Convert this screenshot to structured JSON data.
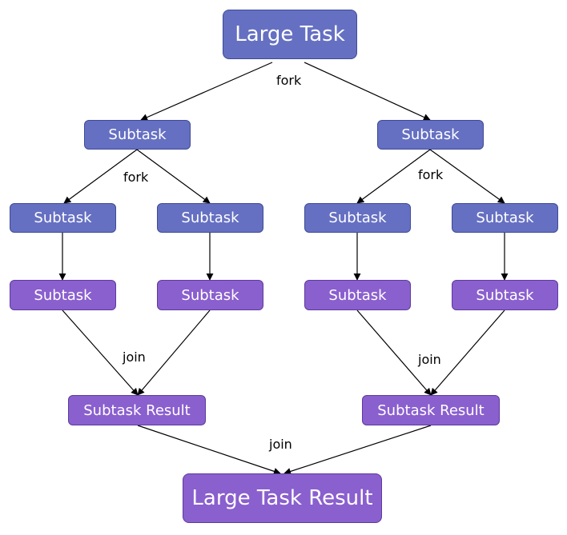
{
  "nodes": {
    "root": "Large Task",
    "l1_left": "Subtask",
    "l1_right": "Subtask",
    "l2_a": "Subtask",
    "l2_b": "Subtask",
    "l2_c": "Subtask",
    "l2_d": "Subtask",
    "l3_a": "Subtask",
    "l3_b": "Subtask",
    "l3_c": "Subtask",
    "l3_d": "Subtask",
    "result_left": "Subtask Result",
    "result_right": "Subtask Result",
    "final": "Large Task Result"
  },
  "labels": {
    "fork_top": "fork",
    "fork_left": "fork",
    "fork_right": "fork",
    "join_left": "join",
    "join_right": "join",
    "join_bottom": "join"
  },
  "colors": {
    "fork_stage": "#6570c2",
    "join_stage": "#8a5fce"
  }
}
